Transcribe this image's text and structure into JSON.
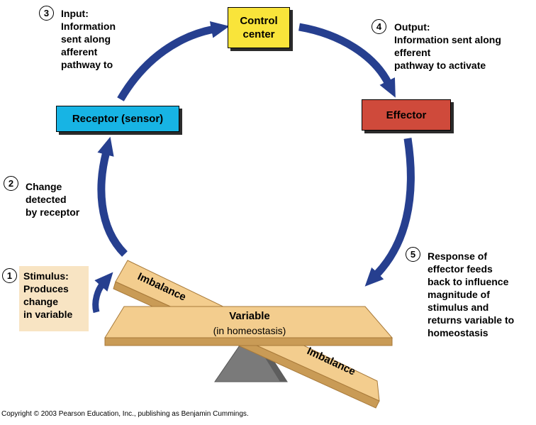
{
  "boxes": {
    "control_center": [
      "Control",
      "center"
    ],
    "receptor": "Receptor (sensor)",
    "effector": "Effector"
  },
  "steps": {
    "stimulus": {
      "num": "1",
      "lines": [
        "Stimulus:",
        "Produces",
        "change",
        "in variable"
      ]
    },
    "change": {
      "num": "2",
      "lines": [
        "Change",
        "detected",
        "by receptor"
      ]
    },
    "input": {
      "num": "3",
      "lines": [
        "Input:",
        "Information",
        "sent along",
        "afferent",
        "pathway to"
      ]
    },
    "output": {
      "num": "4",
      "lines": [
        "Output:",
        "Information sent along",
        "efferent",
        "pathway to activate"
      ]
    },
    "response": {
      "num": "5",
      "lines": [
        "Response of",
        "effector feeds",
        "back to influence",
        "magnitude of",
        "stimulus and",
        "returns variable to",
        "homeostasis"
      ]
    }
  },
  "balance": {
    "variable": "Variable",
    "variable_sub": "(in homeostasis)",
    "imbalance_left": "Imbalance",
    "imbalance_right": "Imbalance"
  },
  "copyright": "Copyright © 2003 Pearson Education, Inc., publishing as Benjamin Cummings.",
  "colors": {
    "arrow": "#263f8f",
    "control_center": "#f9e43a",
    "receptor": "#17b4e4",
    "effector": "#cf4a3b",
    "board": "#f3cd8e",
    "board_edge": "#c99b56",
    "fulcrum": "#7a7a7a",
    "stimulus_bg": "#f8e4c3"
  }
}
